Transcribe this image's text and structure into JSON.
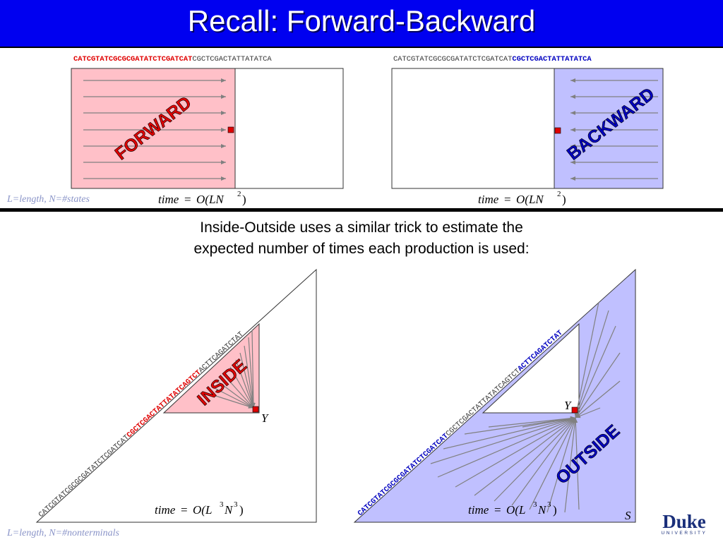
{
  "title": "Recall: Forward-Backward",
  "sequences": {
    "forward": {
      "highlight": "CATCGTATCGCGCGATATCTCGATCAT",
      "rest": "CGCTCGACTATTATATCA"
    },
    "backward": {
      "rest": "CATCGTATCGCGCGATATCTCGATCAT",
      "highlight": "CGCTCGACTATTATATCA"
    },
    "inside": {
      "pre": "CATCGTATCGCGCGATATCTCGATCAT",
      "highlight": "CGCTCGACTATTATATCAGTCT",
      "post": "ACTTCAGATCTAT"
    },
    "outside": {
      "highlight1": "CATCGTATCGCGCGATATCTCGATCAT",
      "mid": "CGCTCGACTATTATATCAGTCT",
      "highlight2": "ACTTCAGATCTAT"
    }
  },
  "labels": {
    "forward": "FORWARD",
    "backward": "BACKWARD",
    "inside": "INSIDE",
    "outside": "OUTSIDE",
    "y_inside": "Y",
    "y_outside": "Y",
    "s": "S"
  },
  "notes": {
    "top": "L=length, N=#states",
    "bottom": "L=length, N=#nonterminals"
  },
  "complexity": {
    "fb_lhs": "time",
    "fb_eq": "=",
    "fb_o": "O(LN",
    "fb_exp": "2",
    "fb_close": ")",
    "io_lhs": "time",
    "io_eq": "=",
    "io_o": "O(L",
    "io_exp1": "3",
    "io_n": "N",
    "io_exp2": "3",
    "io_close": ")"
  },
  "caption": {
    "line1": "Inside-Outside uses a similar trick to estimate the",
    "line2": "expected number of times each production is used:"
  },
  "logo": {
    "word": "Duke",
    "sub": "UNIVERSITY"
  },
  "colors": {
    "title_bg": "#0000f0",
    "forward_fill": "#ffc0c8",
    "backward_fill": "#c0c0ff",
    "highlight_red": "#e00000",
    "highlight_blue": "#0000c0",
    "marker": "#e00000",
    "arrow": "#808080"
  }
}
